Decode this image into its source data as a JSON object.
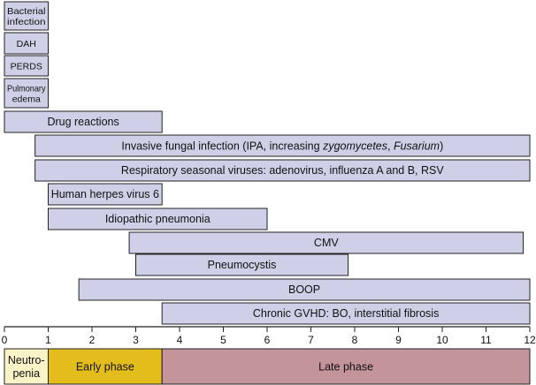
{
  "chart_data": {
    "type": "timeline",
    "xlim": [
      0,
      12
    ],
    "ticks": [
      0,
      1,
      2,
      3,
      4,
      5,
      6,
      7,
      8,
      9,
      10,
      11,
      12
    ],
    "bars": [
      {
        "label_lines": [
          "Bacterial",
          "infection"
        ],
        "start": 0,
        "end": 1
      },
      {
        "label_lines": [
          "DAH"
        ],
        "start": 0,
        "end": 1
      },
      {
        "label_lines": [
          "PERDS"
        ],
        "start": 0,
        "end": 1
      },
      {
        "label_lines": [
          "Pulmonary",
          "edema"
        ],
        "start": 0,
        "end": 1
      },
      {
        "label_lines": [
          "Drug reactions"
        ],
        "start": 0,
        "end": 3.6
      },
      {
        "label_parts": [
          {
            "text": "Invasive fungal infection (IPA, increasing ",
            "italic": false
          },
          {
            "text": "zygomycetes",
            "italic": true
          },
          {
            "text": ", ",
            "italic": false
          },
          {
            "text": "Fusarium",
            "italic": true
          },
          {
            "text": ")",
            "italic": false
          }
        ],
        "start": 0.7,
        "end": 12
      },
      {
        "label_lines": [
          "Respiratory seasonal viruses: adenovirus, influenza A and B, RSV"
        ],
        "start": 0.7,
        "end": 12
      },
      {
        "label_lines": [
          "Human herpes virus 6"
        ],
        "start": 1,
        "end": 3.6
      },
      {
        "label_lines": [
          "Idiopathic pneumonia"
        ],
        "start": 1,
        "end": 6
      },
      {
        "label_lines": [
          "CMV"
        ],
        "start": 2.85,
        "end": 11.85
      },
      {
        "label_lines": [
          "Pneumocystis"
        ],
        "start": 3,
        "end": 7.85
      },
      {
        "label_lines": [
          "BOOP"
        ],
        "start": 1.7,
        "end": 12
      },
      {
        "label_lines": [
          "Chronic GVHD: BO, interstitial fibrosis"
        ],
        "start": 3.6,
        "end": 12
      }
    ],
    "phases": [
      {
        "label_lines": [
          "Neutro-",
          "penia"
        ],
        "start": 0,
        "end": 1,
        "color": "#fbf3c8"
      },
      {
        "label_lines": [
          "Early phase"
        ],
        "start": 1,
        "end": 3.6,
        "color": "#e2bd1c"
      },
      {
        "label_lines": [
          "Late phase"
        ],
        "start": 3.6,
        "end": 12,
        "color": "#c39499"
      }
    ]
  }
}
